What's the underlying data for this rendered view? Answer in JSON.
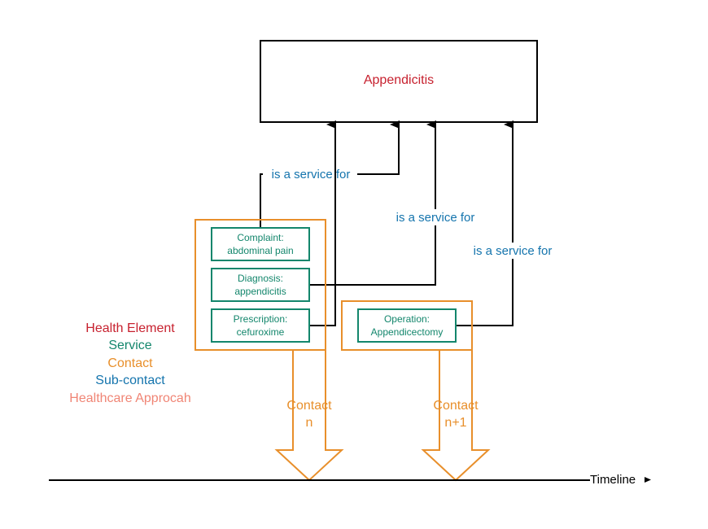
{
  "health_element": {
    "label": "Appendicitis"
  },
  "relations": {
    "label_1": "is a service for",
    "label_2": "is a service for",
    "label_3": "is a service for"
  },
  "services": {
    "complaint": {
      "line1": "Complaint:",
      "line2": "abdominal pain"
    },
    "diagnosis": {
      "line1": "Diagnosis:",
      "line2": "appendicitis"
    },
    "prescription": {
      "line1": "Prescription:",
      "line2": "cefuroxime"
    },
    "operation": {
      "line1": "Operation:",
      "line2": "Appendicectomy"
    }
  },
  "contacts": {
    "contact_n": {
      "line1": "Contact",
      "line2": "n"
    },
    "contact_n1": {
      "line1": "Contact",
      "line2": "n+1"
    }
  },
  "legend": {
    "health_element": "Health Element",
    "service": "Service",
    "contact": "Contact",
    "sub_contact": "Sub-contact",
    "healthcare_approach": "Healthcare Approcah"
  },
  "timeline": {
    "label": "Timeline"
  },
  "colors": {
    "health_element": "#c7212f",
    "service": "#13866c",
    "contact": "#e88f2b",
    "sub_contact": "#1474ad",
    "healthcare_approach": "#f08575",
    "line": "#000000"
  }
}
